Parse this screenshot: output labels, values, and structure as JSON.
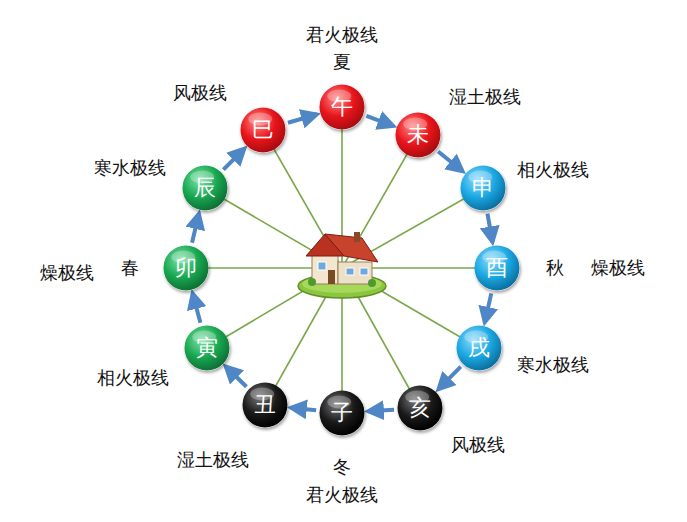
{
  "diagram": {
    "nodes": [
      {
        "text": [
          "午"
        ]
      },
      {
        "text": [
          "未"
        ]
      },
      {
        "text": [
          "申"
        ]
      },
      {
        "text": [
          "酉"
        ]
      },
      {
        "text": [
          "戌"
        ]
      },
      {
        "text": [
          "亥"
        ]
      },
      {
        "text": [
          "子"
        ]
      },
      {
        "text": [
          "丑"
        ]
      },
      {
        "text": [
          "寅"
        ]
      },
      {
        "text": [
          "卯"
        ]
      },
      {
        "text": [
          "辰"
        ]
      },
      {
        "text": [
          "巳"
        ]
      }
    ],
    "edges": [
      {
        "from": 0,
        "to": 1,
        "arrow": "to"
      },
      {
        "from": 1,
        "to": 2,
        "arrow": "to"
      },
      {
        "from": 2,
        "to": 3,
        "arrow": "to"
      },
      {
        "from": 3,
        "to": 4,
        "arrow": "to"
      },
      {
        "from": 4,
        "to": 5,
        "arrow": "to"
      },
      {
        "from": 5,
        "to": 6,
        "arrow": "to"
      },
      {
        "from": 6,
        "to": 7,
        "arrow": "to"
      },
      {
        "from": 7,
        "to": 8,
        "arrow": "to"
      },
      {
        "from": 8,
        "to": 9,
        "arrow": "to"
      },
      {
        "from": 9,
        "to": 10,
        "arrow": "to"
      },
      {
        "from": 10,
        "to": 11,
        "arrow": "to"
      },
      {
        "from": 11,
        "to": 0,
        "arrow": "to"
      }
    ],
    "labels": [
      "君火极线",
      "夏",
      "湿土极线",
      "相火极线",
      "秋",
      "燥极线",
      "寒水极线",
      "风极线",
      "冬",
      "君火极线",
      "湿土极线",
      "相火极线",
      "燥极线",
      "春",
      "寒水极线",
      "风极线"
    ]
  }
}
